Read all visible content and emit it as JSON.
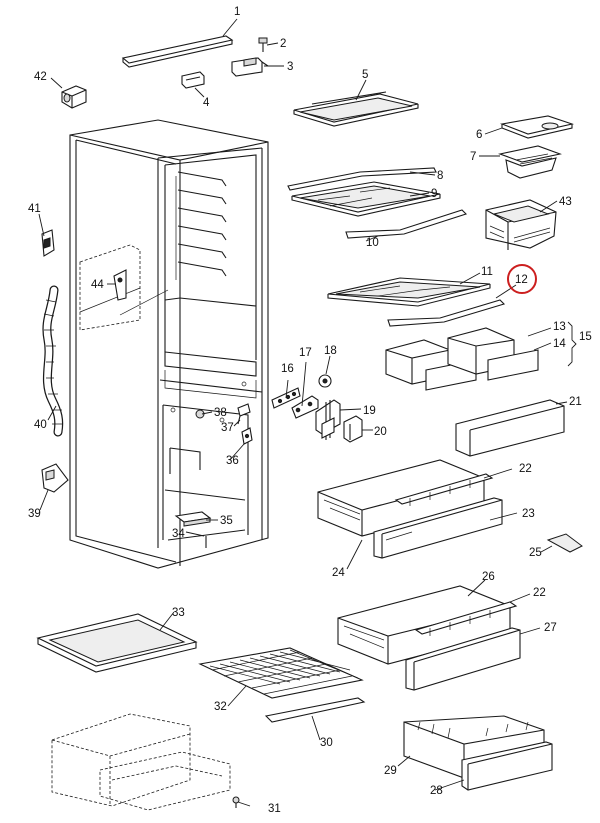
{
  "diagram": {
    "type": "exploded-parts-view",
    "highlight_color": "#cc1f1f",
    "callouts": {
      "p1": "1",
      "p2": "2",
      "p3": "3",
      "p4": "4",
      "p5": "5",
      "p6": "6",
      "p7": "7",
      "p8": "8",
      "p9": "9",
      "p10": "10",
      "p11": "11",
      "p12": "12",
      "p13": "13",
      "p14": "14",
      "p15": "15",
      "p16": "16",
      "p17": "17",
      "p18": "18",
      "p19": "19",
      "p20": "20",
      "p21": "21",
      "p22a": "22",
      "p22b": "22",
      "p23": "23",
      "p24": "24",
      "p25": "25",
      "p26": "26",
      "p27": "27",
      "p28": "28",
      "p29": "29",
      "p30": "30",
      "p31": "31",
      "p32": "32",
      "p33": "33",
      "p34": "34",
      "p35": "35",
      "p36": "36",
      "p37": "37",
      "p38": "38",
      "p39": "39",
      "p40": "40",
      "p41": "41",
      "p42": "42",
      "p43": "43",
      "p44": "44"
    },
    "highlighted_callout": "12"
  }
}
